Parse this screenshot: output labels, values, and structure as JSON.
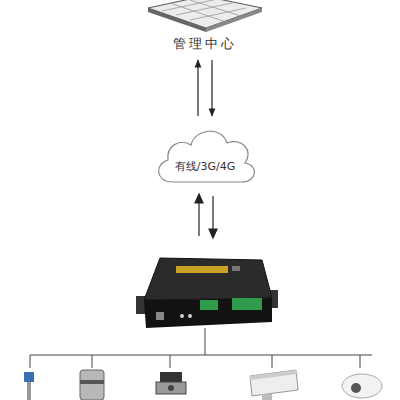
{
  "diagram": {
    "nodes": [
      {
        "text": [
          "管理中心"
        ]
      },
      {
        "text": [
          "有线/3G/4G"
        ]
      }
    ],
    "edges": [
      {
        "from": 0,
        "to": 1,
        "arrow": "both"
      }
    ]
  }
}
